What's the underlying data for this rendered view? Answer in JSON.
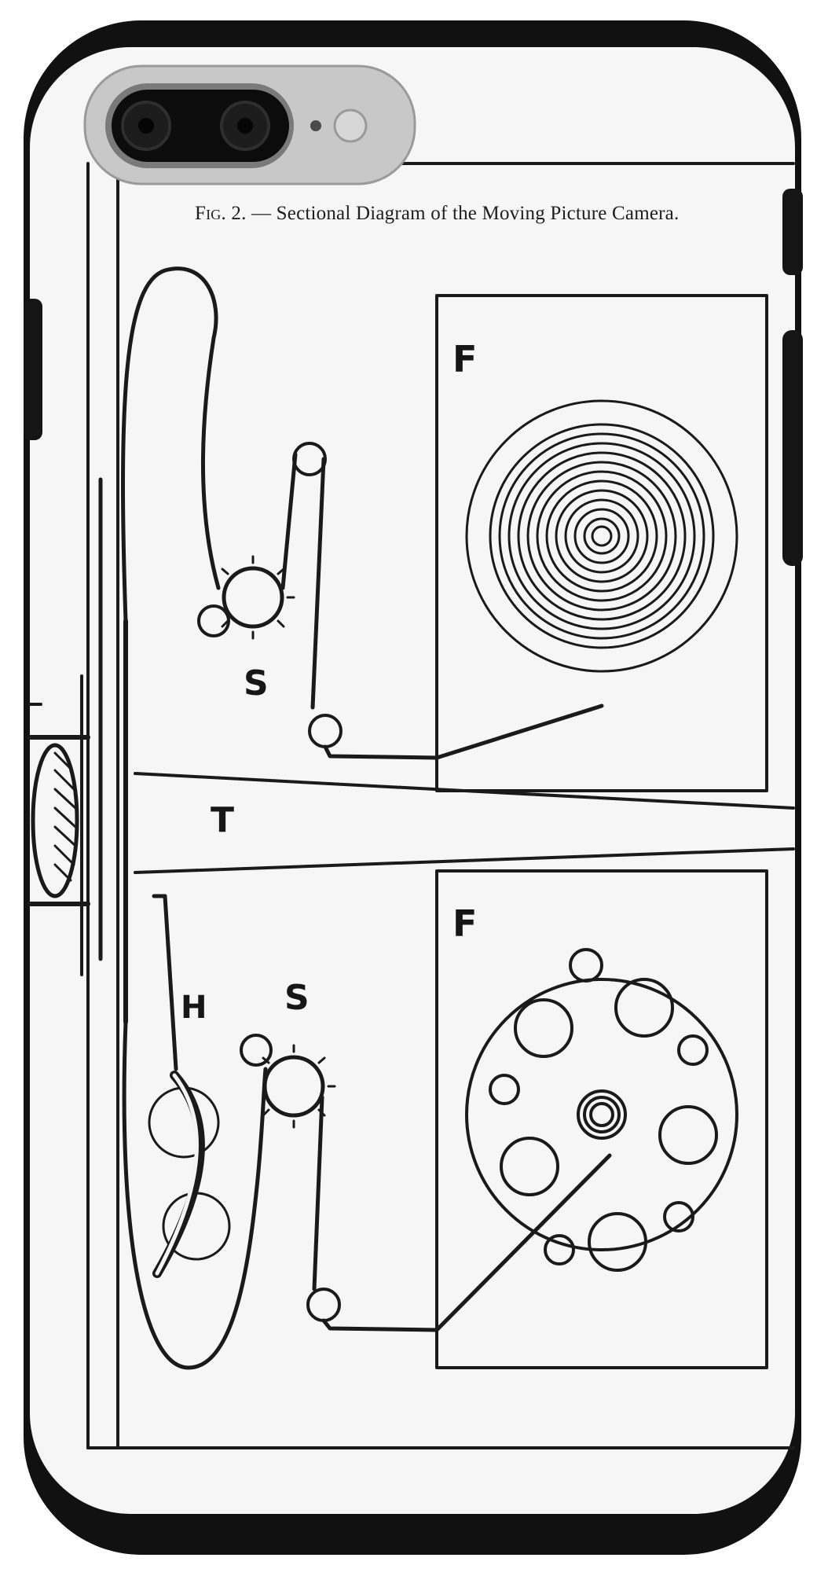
{
  "product": {
    "type": "phone case",
    "case_color": "#111111",
    "shell_color": "#f7f7f7",
    "camera_plate_color": "#c8c8c8"
  },
  "artwork": {
    "caption": {
      "fig": "Fig. 2.",
      "dash": "—",
      "text": "Sectional Diagram of the Moving Picture Camera."
    },
    "labels": {
      "f_top": "F",
      "f_bottom": "F",
      "s_top": "S",
      "s_bottom": "S",
      "t": "T",
      "h": "H"
    },
    "line_color": "#1a1a1a",
    "paper_color": "#f4f4f4"
  }
}
